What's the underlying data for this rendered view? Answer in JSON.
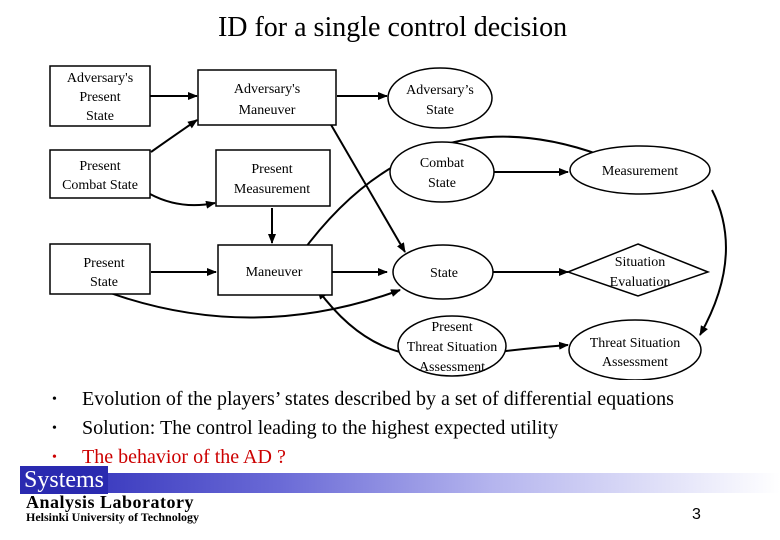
{
  "title": "ID for a single control decision",
  "nodes": {
    "adv_present_state": [
      "Adversary's",
      "Present",
      "State"
    ],
    "adv_maneuver": [
      "Adversary's",
      "Maneuver"
    ],
    "adv_state": [
      "Adversary’s",
      "State"
    ],
    "present_combat_state": [
      "Present",
      "Combat State"
    ],
    "present_measurement": [
      "Present",
      "Measurement"
    ],
    "combat_state": [
      "Combat",
      "State"
    ],
    "measurement": [
      "Measurement"
    ],
    "present_state": [
      "Present",
      "State"
    ],
    "maneuver": [
      "Maneuver"
    ],
    "state": [
      "State"
    ],
    "situation_evaluation": [
      "Situation",
      "Evaluation"
    ],
    "present_threat": [
      "Present",
      "Threat Situation",
      "Assessment"
    ],
    "threat_assessment": [
      "Threat Situation",
      "Assessment"
    ]
  },
  "bullets": [
    "Evolution of the players’ states described by a set of differential equations",
    "Solution: The control leading to the highest expected utility",
    "The behavior of the AD ?"
  ],
  "bullet_glyph": "•",
  "logo": {
    "systems": "Systems",
    "lab": "Analysis Laboratory",
    "university": "Helsinki University of Technology"
  },
  "page_number": "3"
}
